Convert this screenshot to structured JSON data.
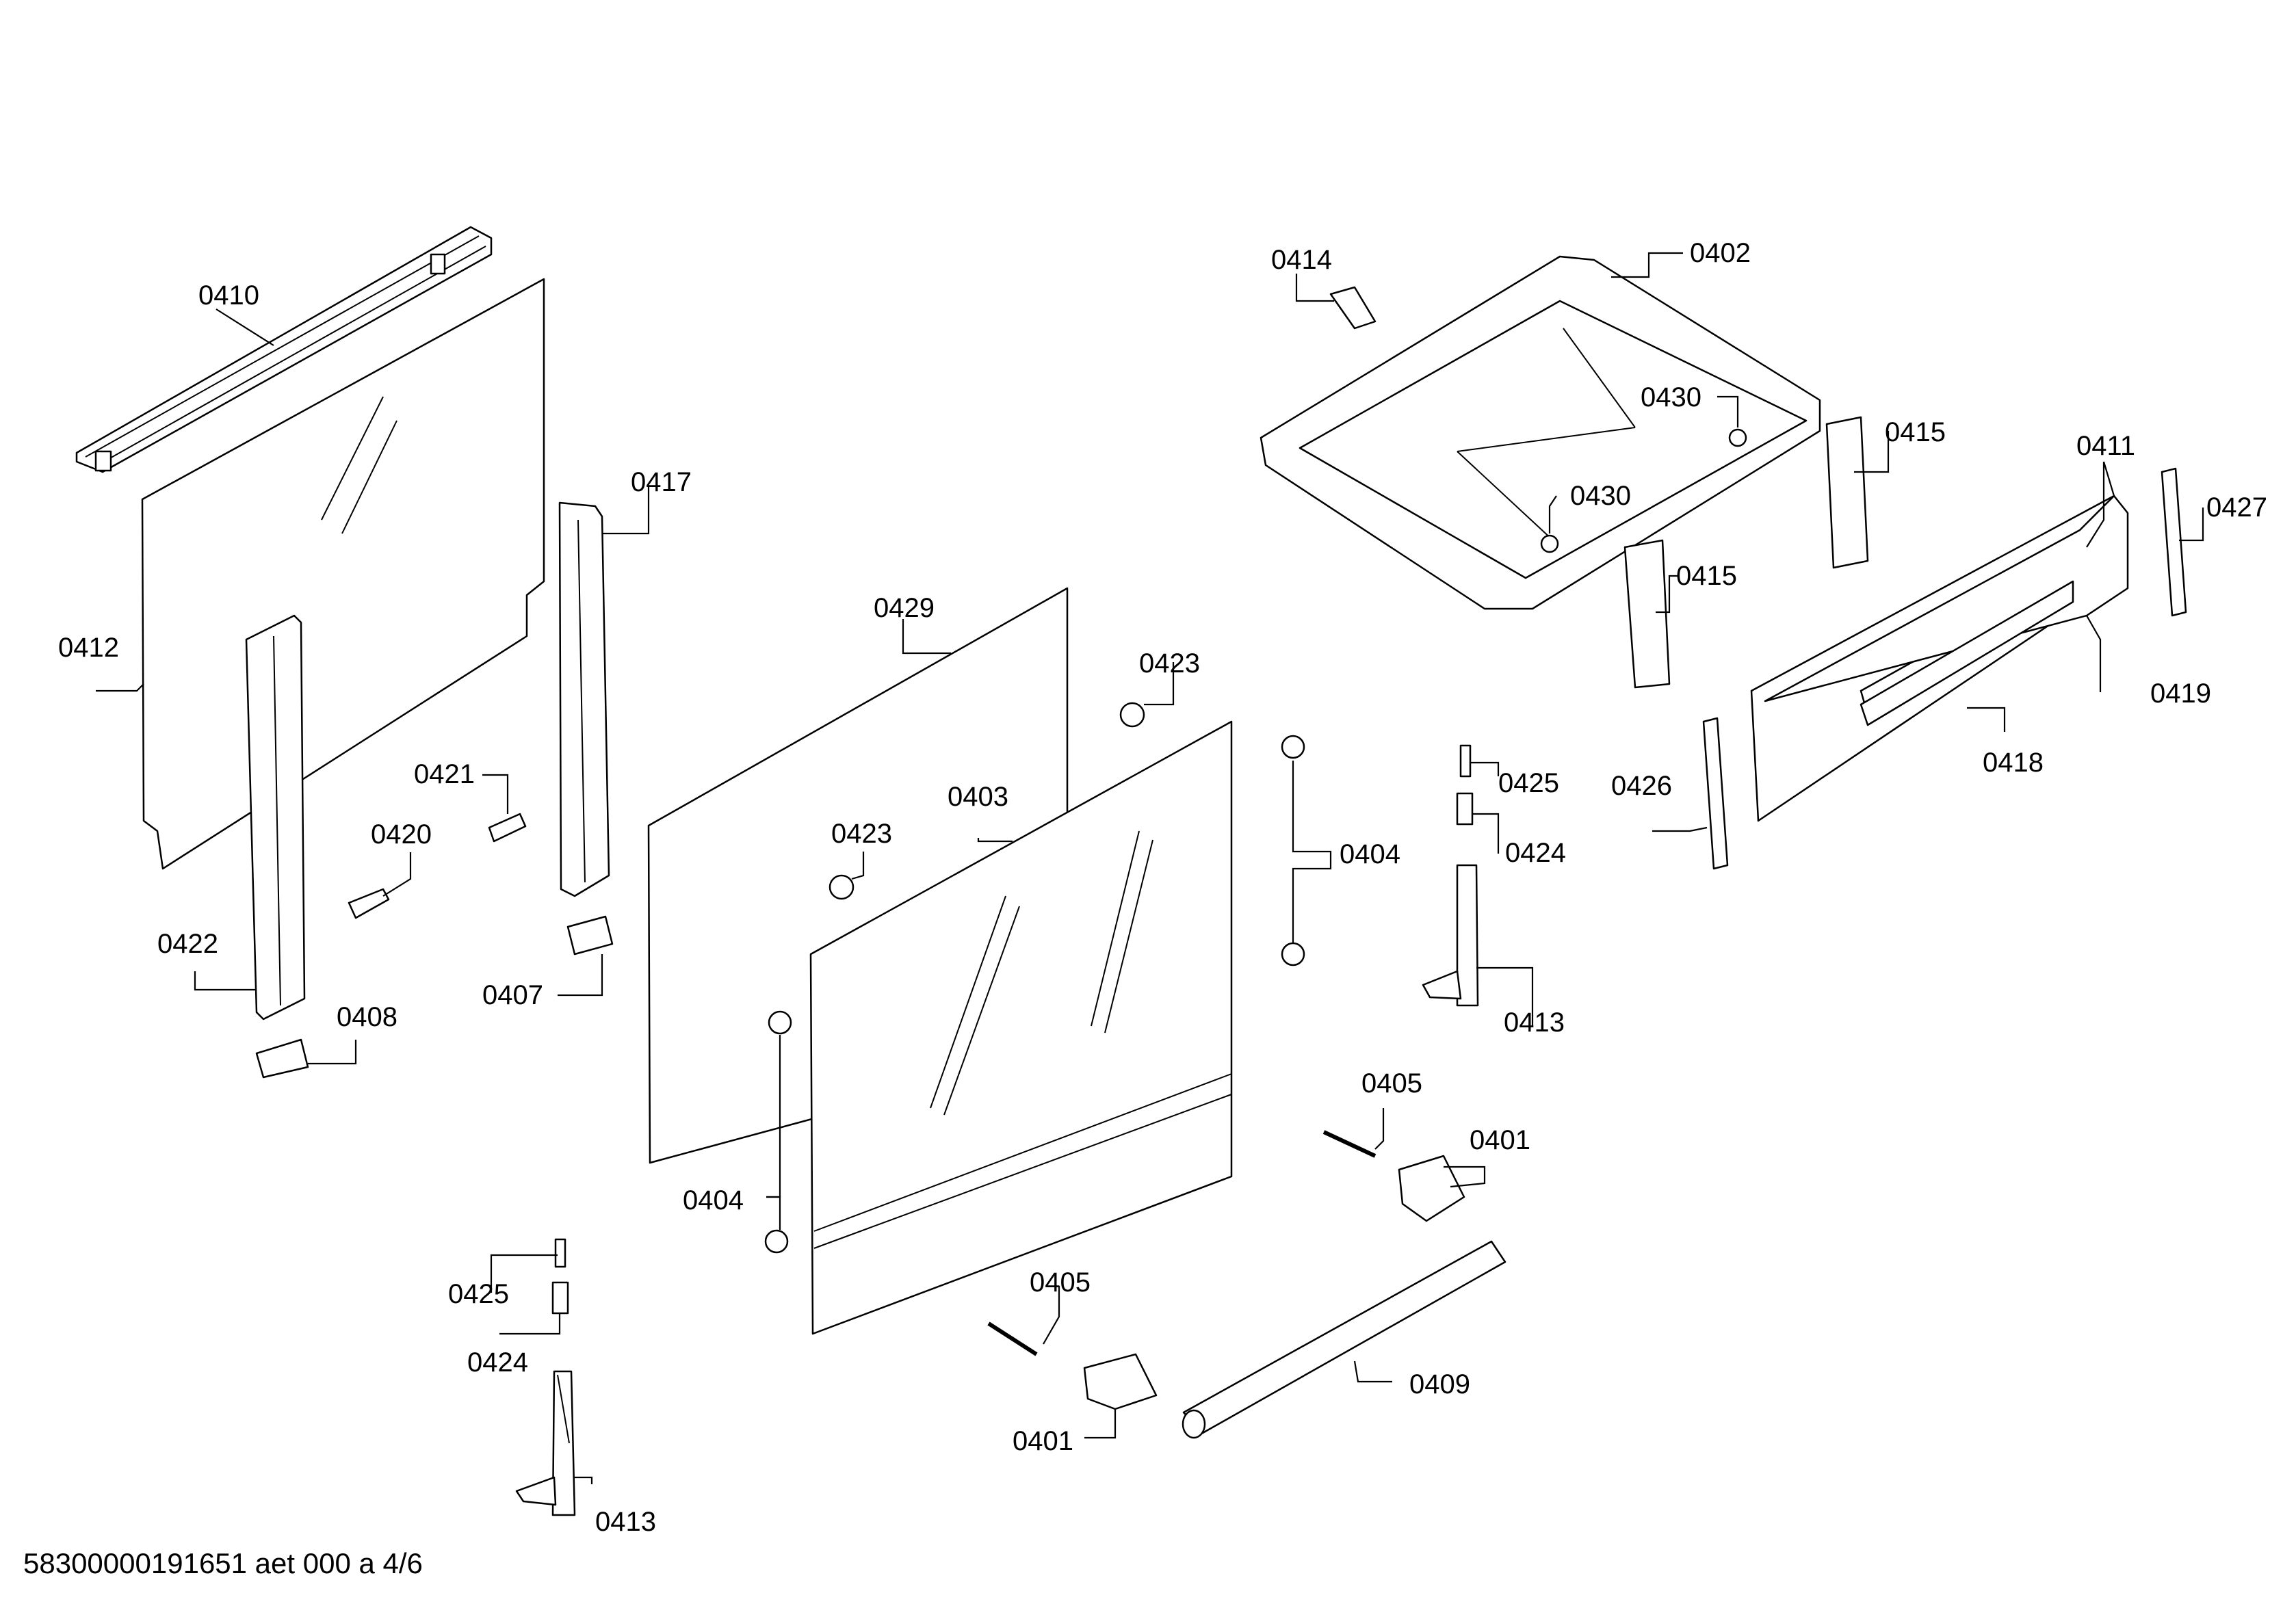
{
  "diagram": {
    "callouts": {
      "c0410": "0410",
      "c0412": "0412",
      "c0422": "0422",
      "c0420": "0420",
      "c0421": "0421",
      "c0417": "0417",
      "c0408": "0408",
      "c0407": "0407",
      "c0429": "0429",
      "c0403": "0403",
      "c0423a": "0423",
      "c0423b": "0423",
      "c0404a": "0404",
      "c0404b": "0404",
      "c0425a": "0425",
      "c0424a": "0424",
      "c0413a": "0413",
      "c0405a": "0405",
      "c0401a": "0401",
      "c0409": "0409",
      "c0405b": "0405",
      "c0401b": "0401",
      "c0414": "0414",
      "c0402": "0402",
      "c0430a": "0430",
      "c0430b": "0430",
      "c0415a": "0415",
      "c0415b": "0415",
      "c0411": "0411",
      "c0427": "0427",
      "c0419": "0419",
      "c0418": "0418",
      "c0426": "0426",
      "c0425b": "0425",
      "c0424b": "0424",
      "c0413b": "0413"
    },
    "footer": "58300000191651 aet 000 a 4/6"
  }
}
